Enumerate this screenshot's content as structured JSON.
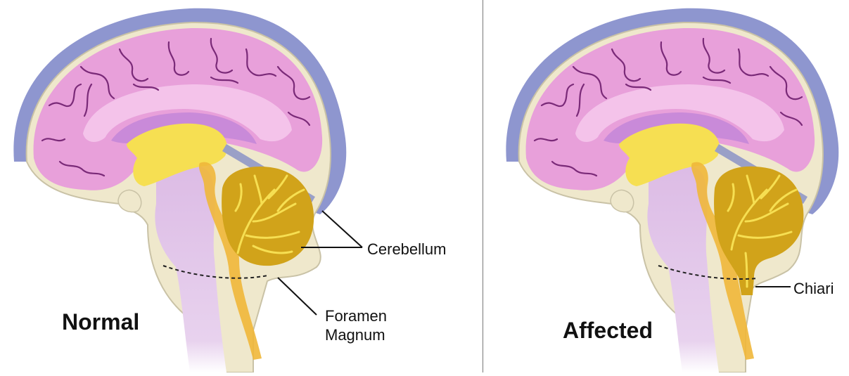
{
  "panels": {
    "left": {
      "title": "Normal"
    },
    "right": {
      "title": "Affected"
    }
  },
  "callouts": {
    "cerebellum": "Cerebellum",
    "foramen_magnum_line1": "Foramen",
    "foramen_magnum_line2": "Magnum",
    "chiari": "Chiari"
  },
  "colors": {
    "skull": "#8e96cf",
    "cortex": "#e8a0da",
    "inner_cortex": "#f4c3ea",
    "deep_brain": "#ca89dc",
    "yellow_structure": "#f6df52",
    "cerebellum": "#d1a31a",
    "csf_space": "#efe8cc",
    "brainstem": "#ddbde5",
    "spinal_canal": "#f0b73a"
  }
}
